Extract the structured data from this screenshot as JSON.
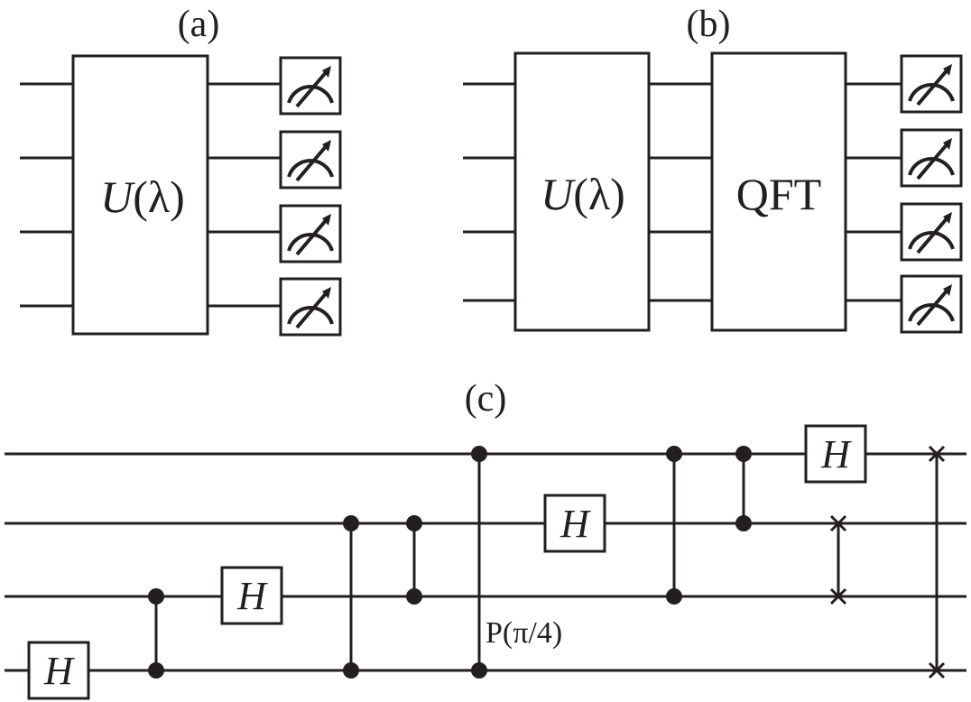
{
  "panels": {
    "a": {
      "label": "(a)",
      "gate_label": "U(λ)",
      "gate_label_italic": "U",
      "gate_label_rest": "(λ)"
    },
    "b": {
      "label": "(b)",
      "gate1_label_italic": "U",
      "gate1_label_rest": "(λ)",
      "gate2_label": "QFT"
    },
    "c": {
      "label": "(c)",
      "hadamard": "H",
      "phase_label": "P(π/4)"
    }
  },
  "colors": {
    "ink": "#231f20",
    "background": "#ffffff"
  },
  "icons": [
    "meter-icon",
    "control-dot",
    "swap-cross"
  ]
}
